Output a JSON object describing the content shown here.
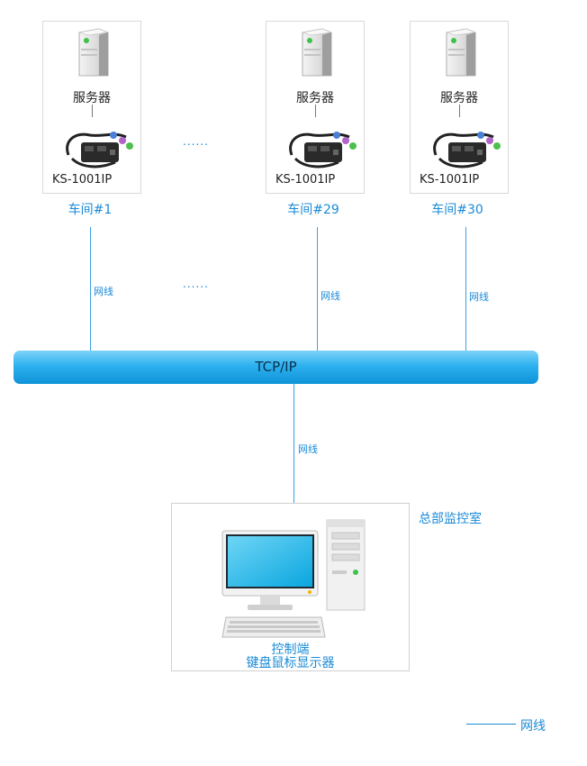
{
  "workstations": [
    {
      "server_label": "服务器",
      "model": "KS-1001IP",
      "name": "车间#1"
    },
    {
      "server_label": "服务器",
      "model": "KS-1001IP",
      "name": "车间#29"
    },
    {
      "server_label": "服务器",
      "model": "KS-1001IP",
      "name": "车间#30"
    }
  ],
  "ellipsis": "......",
  "cable_label": "网线",
  "network": {
    "label": "TCP/IP"
  },
  "hq": {
    "room_label": "总部监控室",
    "control_line1": "控制端",
    "control_line2": "键盘鼠标显示器"
  },
  "legend": {
    "label": "网线"
  },
  "colors": {
    "accent": "#1a8ad6",
    "bus": "#2eb1ef"
  }
}
